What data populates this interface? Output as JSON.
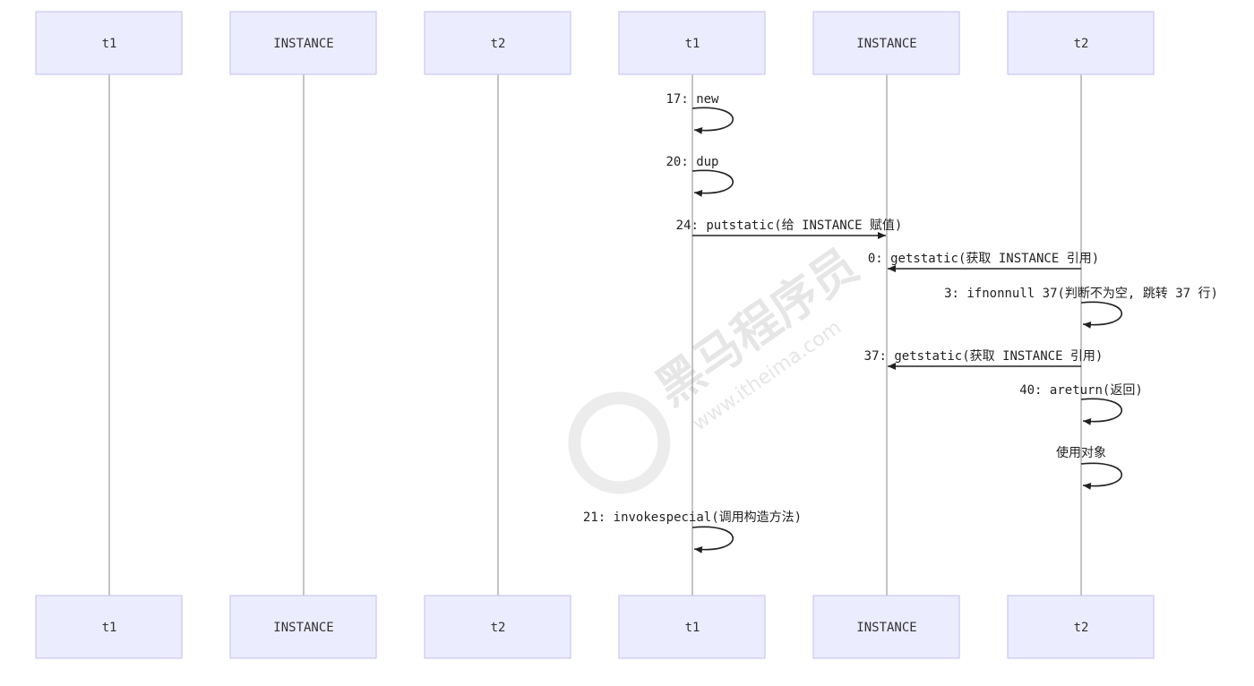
{
  "actors_top": [
    {
      "label": "t1"
    },
    {
      "label": "INSTANCE"
    },
    {
      "label": "t2"
    },
    {
      "label": "t1"
    },
    {
      "label": "INSTANCE"
    },
    {
      "label": "t2"
    }
  ],
  "actors_bottom": [
    {
      "label": "t1"
    },
    {
      "label": "INSTANCE"
    },
    {
      "label": "t2"
    },
    {
      "label": "t1"
    },
    {
      "label": "INSTANCE"
    },
    {
      "label": "t2"
    }
  ],
  "messages": [
    {
      "from": "t1",
      "to": "t1",
      "label": "17: new"
    },
    {
      "from": "t1",
      "to": "t1",
      "label": "20: dup"
    },
    {
      "from": "t1",
      "to": "INSTANCE",
      "label": "24: putstatic(给 INSTANCE 赋值)"
    },
    {
      "from": "t2",
      "to": "INSTANCE",
      "label": "0: getstatic(获取 INSTANCE 引用)"
    },
    {
      "from": "t2",
      "to": "t2",
      "label": "3: ifnonnull 37(判断不为空, 跳转 37 行)"
    },
    {
      "from": "t2",
      "to": "INSTANCE",
      "label": "37: getstatic(获取 INSTANCE 引用)"
    },
    {
      "from": "t2",
      "to": "t2",
      "label": "40: areturn(返回)"
    },
    {
      "from": "t2",
      "to": "t2",
      "label": "使用对象"
    },
    {
      "from": "t1",
      "to": "t1",
      "label": "21: invokespecial(调用构造方法)"
    }
  ],
  "watermark": {
    "brand": "黑马程序员",
    "site": "www.itheima.com"
  },
  "colors": {
    "actor_fill": "#ECECFF",
    "actor_border": "#C9C9F5",
    "line": "#222222",
    "lifeline": "#888888"
  }
}
